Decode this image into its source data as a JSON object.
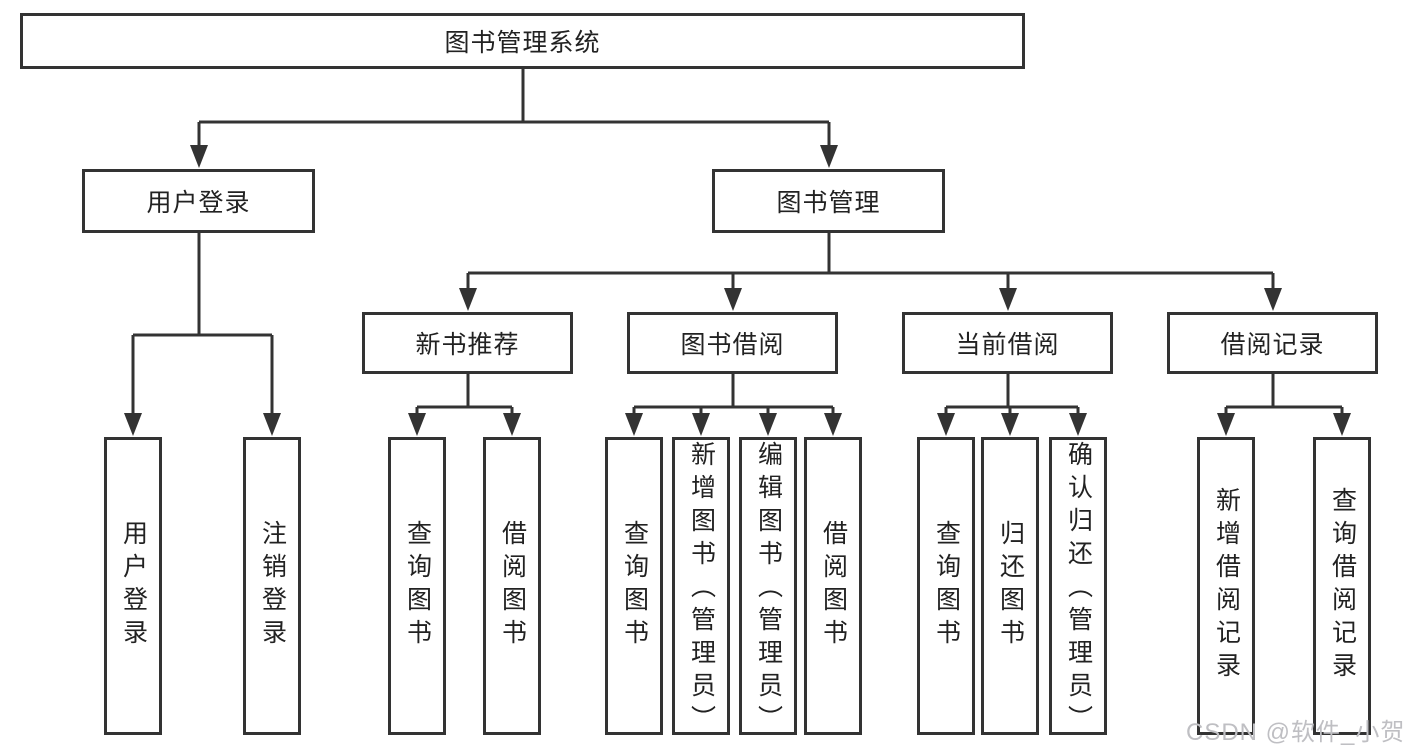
{
  "diagram": {
    "root": {
      "label": "图书管理系统"
    },
    "branches": [
      {
        "label": "用户登录",
        "children": [
          {
            "label": "用户登录"
          },
          {
            "label": "注销登录"
          }
        ]
      },
      {
        "label": "图书管理",
        "children": [
          {
            "label": "新书推荐",
            "children": [
              {
                "label": "查询图书"
              },
              {
                "label": "借阅图书"
              }
            ]
          },
          {
            "label": "图书借阅",
            "children": [
              {
                "label": "查询图书"
              },
              {
                "label": "新增图书（管理员）"
              },
              {
                "label": "编辑图书（管理员）"
              },
              {
                "label": "借阅图书"
              }
            ]
          },
          {
            "label": "当前借阅",
            "children": [
              {
                "label": "查询图书"
              },
              {
                "label": "归还图书"
              },
              {
                "label": "确认归还（管理员）"
              }
            ]
          },
          {
            "label": "借阅记录",
            "children": [
              {
                "label": "新增借阅记录"
              },
              {
                "label": "查询借阅记录"
              }
            ]
          }
        ]
      }
    ],
    "watermark": "CSDN @软件_小贺同学",
    "colors": {
      "line": "#333333",
      "text": "#222222",
      "watermark": "#bfbfc3",
      "background": "#ffffff"
    }
  }
}
